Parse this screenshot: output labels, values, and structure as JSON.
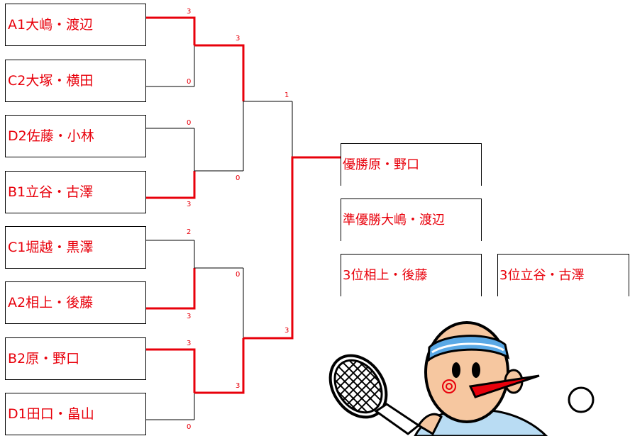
{
  "entries": [
    {
      "label": "A1大嶋・渡辺"
    },
    {
      "label": "C2大塚・横田"
    },
    {
      "label": "D2佐藤・小林"
    },
    {
      "label": "B1立谷・古澤"
    },
    {
      "label": "C1堀越・黒澤"
    },
    {
      "label": "A2相上・後藤"
    },
    {
      "label": "B2原・野口"
    },
    {
      "label": "D1田口・畠山"
    }
  ],
  "scores": {
    "r1": [
      "3",
      "0",
      "0",
      "3",
      "2",
      "3",
      "3",
      "0"
    ],
    "r2": [
      "3",
      "0",
      "0",
      "3"
    ],
    "r3": [
      "1",
      "3"
    ]
  },
  "results": {
    "champion": "優勝原・野口",
    "runner_up": "準優勝大嶋・渡辺",
    "third_a": "3位相上・後藤",
    "third_b": "3位立谷・古澤"
  },
  "colors": {
    "line": "#e8000b",
    "text": "#e8000b",
    "border": "#000000"
  },
  "mascot": {
    "icon": "tennis-mascot-icon"
  }
}
